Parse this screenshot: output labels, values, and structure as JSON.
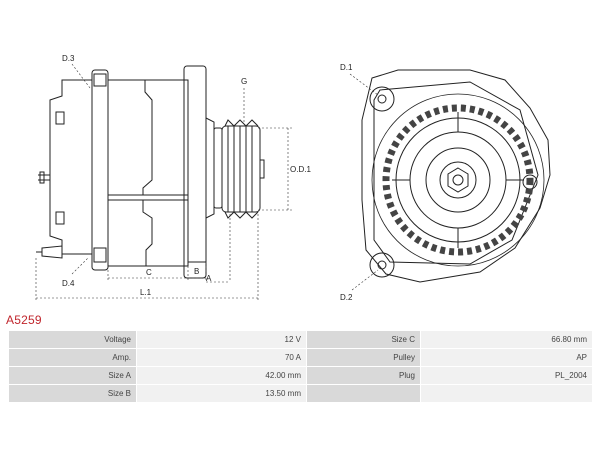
{
  "part_number": "A5259",
  "drawing_labels": {
    "d3": "D.3",
    "d4": "D.4",
    "g": "G",
    "od1": "O.D.1",
    "b": "B",
    "a": "A",
    "c": "C",
    "l1": "L.1",
    "d1": "D.1",
    "d2": "D.2"
  },
  "specs": [
    {
      "label": "Voltage",
      "value": "12 V",
      "label2": "Size C",
      "value2": "66.80 mm"
    },
    {
      "label": "Amp.",
      "value": "70 A",
      "label2": "Pulley",
      "value2": "AP"
    },
    {
      "label": "Size A",
      "value": "42.00 mm",
      "label2": "Plug",
      "value2": "PL_2004"
    },
    {
      "label": "Size B",
      "value": "13.50 mm",
      "label2": "",
      "value2": ""
    }
  ]
}
